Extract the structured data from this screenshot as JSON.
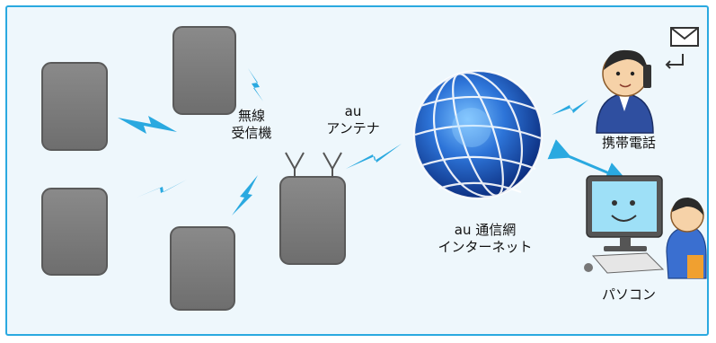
{
  "labels": {
    "receiver": [
      "無線",
      "受信機"
    ],
    "antenna": [
      "au",
      "アンテナ"
    ],
    "network": [
      "au 通信網",
      "インターネット"
    ],
    "phone": "携帯電話",
    "pc": "パソコン"
  },
  "colors": {
    "border": "#2aa9e0",
    "background": "#eef7fc",
    "device": "#7d7d7d",
    "device_border": "#5a5a5a",
    "signal": "#2aa9e0",
    "globe_dark": "#0b2f8a",
    "globe_light": "#3a8ee8"
  },
  "icons": [
    "signal-bolt-icon",
    "antenna-icon",
    "globe-icon",
    "phone-user-icon",
    "mail-icon",
    "pc-user-icon",
    "bidirectional-arrow-icon"
  ]
}
